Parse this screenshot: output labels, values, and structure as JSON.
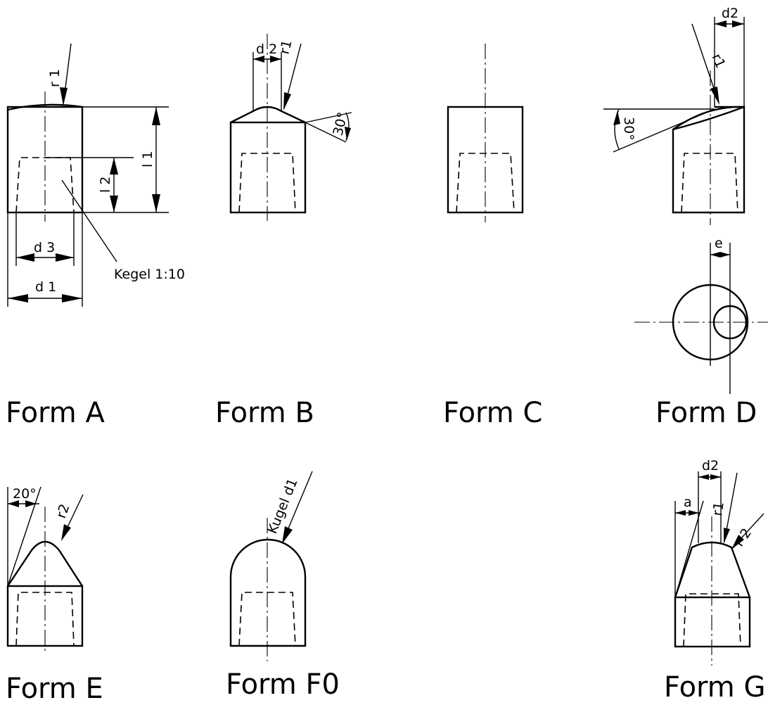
{
  "form_labels": {
    "a": "Form A",
    "b": "Form B",
    "c": "Form C",
    "d": "Form D",
    "e": "Form E",
    "f0": "Form F0",
    "g": "Form G"
  },
  "dimensions": {
    "r1_spaced": "r 1",
    "r1": "r1",
    "r2": "r2",
    "r2_spaced": "r 2",
    "l1": "l 1",
    "l2": "l 2",
    "d1": "d 1",
    "d2": "d2",
    "d2_spaced": "d 2",
    "d3": "d 3",
    "angle_30": "30°",
    "angle_20": "20°",
    "e": "e",
    "a": "a",
    "cone": "Kegel 1:10",
    "sphere": "Kugel d1"
  }
}
